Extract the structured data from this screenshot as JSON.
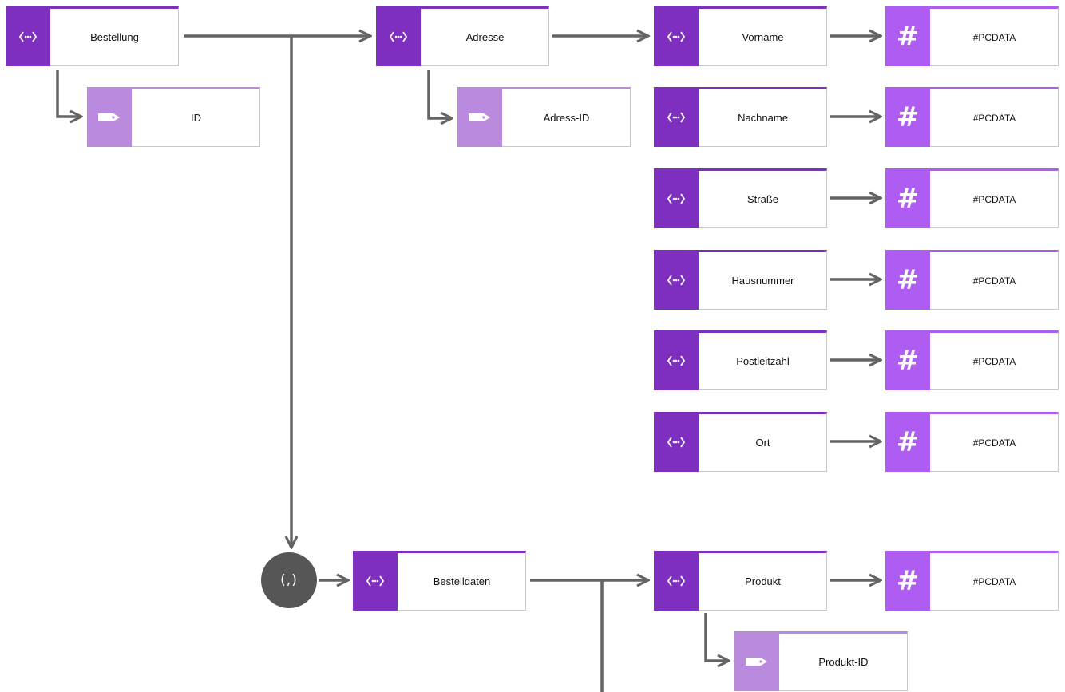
{
  "colors": {
    "element": "#7e2fbf",
    "attribute": "#b98add",
    "pcdata": "#ae5cf2",
    "connector": "#646464",
    "sequence_node": "#565656"
  },
  "legend_icons": {
    "element": "xml-element-icon",
    "attribute": "tag-icon",
    "pcdata": "hash-icon"
  },
  "nodes": {
    "bestellung": "Bestellung",
    "id": "ID",
    "adresse": "Adresse",
    "adress_id": "Adress-ID",
    "vorname": "Vorname",
    "nachname": "Nachname",
    "strasse": "Straße",
    "hausnummer": "Hausnummer",
    "postleitzahl": "Postleitzahl",
    "ort": "Ort",
    "bestelldaten": "Bestelldaten",
    "produkt": "Produkt",
    "produkt_id": "Produkt-ID",
    "pcdata": "#PCDATA"
  },
  "sequence": {
    "symbol": "(,)"
  },
  "hash_symbol": "#"
}
